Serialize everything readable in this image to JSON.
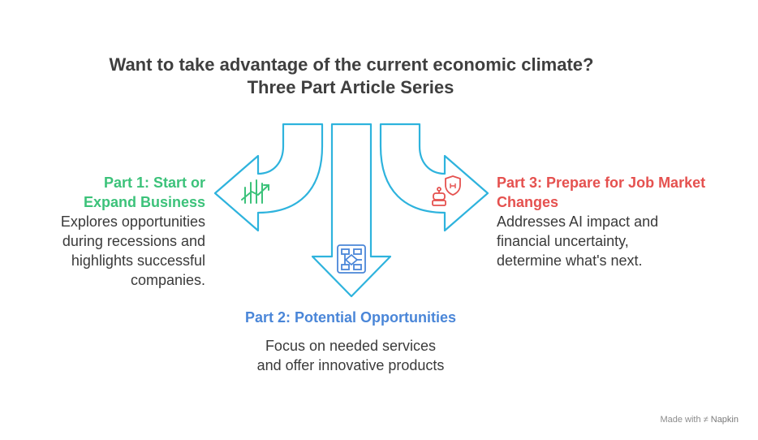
{
  "title": {
    "line1": "Want to take advantage of the current economic climate?",
    "line2": "Three Part Article Series"
  },
  "parts": [
    {
      "heading": "Part 1: Start or Expand Business",
      "heading_line1": "Part 1: Start or",
      "heading_line2": "Expand Business",
      "desc_lines": [
        "Explores opportunities",
        "during recessions and",
        "highlights successful",
        "companies."
      ],
      "color": "#3cc27a",
      "icon": "growth-chart-icon"
    },
    {
      "heading": "Part 2: Potential Opportunities",
      "desc_lines": [
        "Focus on needed services",
        "and offer innovative products"
      ],
      "color": "#4a86d8",
      "icon": "flowchart-icon"
    },
    {
      "heading": "Part 3: Prepare for Job Market Changes",
      "heading_line1": "Part 3: Prepare for Job Market",
      "heading_line2": "Changes",
      "desc_lines": [
        "Addresses AI impact and",
        "financial uncertainty,",
        "determine what's next."
      ],
      "color": "#e5514f",
      "icon": "robot-shield-icon"
    }
  ],
  "arrow_color": "#2eb3dd",
  "footer": {
    "made_with": "Made with",
    "brand": "Napkin"
  }
}
